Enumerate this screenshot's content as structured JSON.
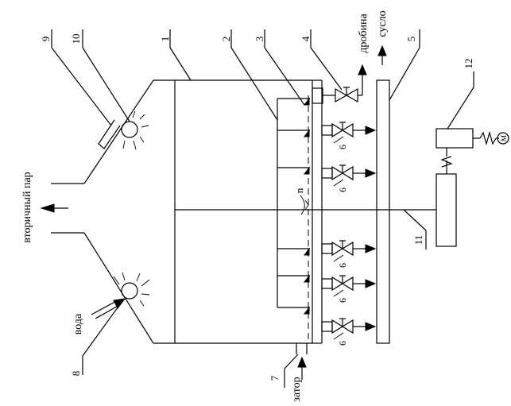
{
  "labels": {
    "secondary_steam": "вторичный пар",
    "water": "вода",
    "mash": "затор",
    "spent_grain": "дробина",
    "wort": "сусло",
    "n_symbol": "n"
  },
  "callouts": {
    "c1": "1",
    "c2": "2",
    "c3": "3",
    "c4": "4",
    "c5": "5",
    "c7": "7",
    "c8": "8",
    "c9": "9",
    "c10": "10",
    "c11": "11",
    "c12": "12"
  },
  "valve_label": "6",
  "motor_label": "М"
}
